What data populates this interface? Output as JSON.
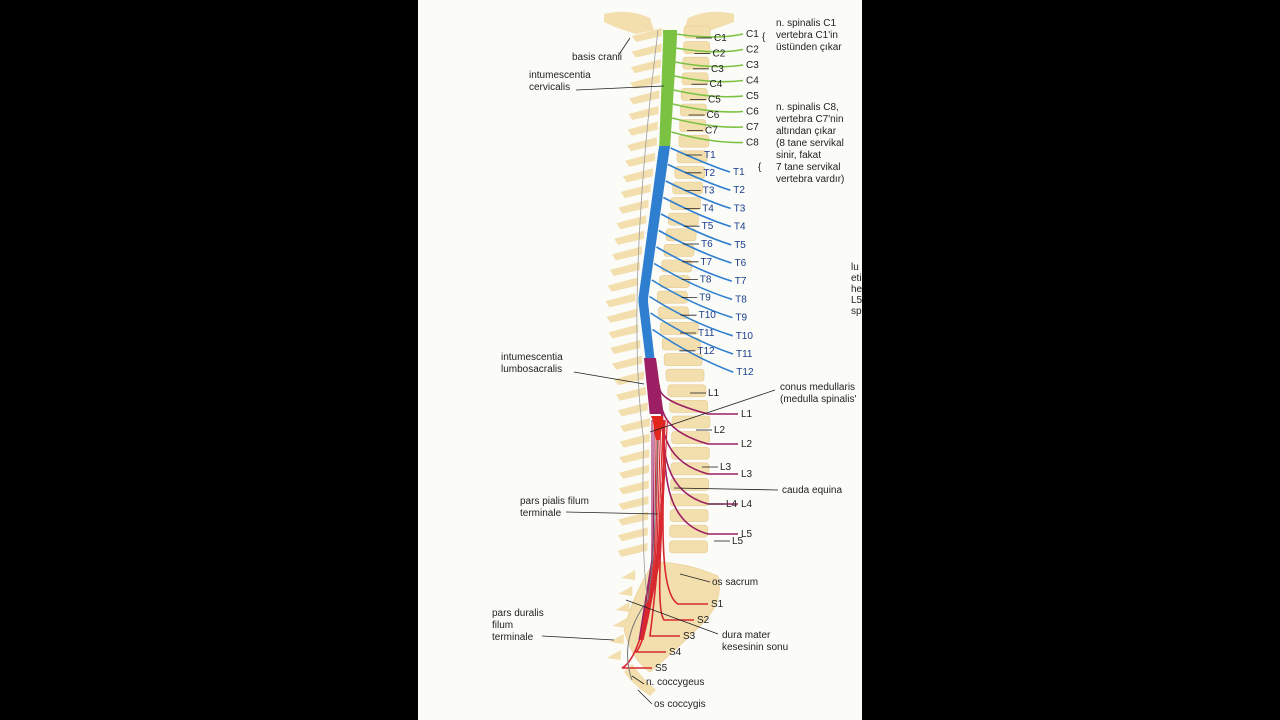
{
  "colors": {
    "background": "#000000",
    "page": "#fbfbf8",
    "vertebra": "#f3dfae",
    "cervical": "#7cc242",
    "thoracic": "#2f7fd0",
    "lumbar": "#9b1f62",
    "conus": "#e3261c",
    "sacral": "#d8282f"
  },
  "labels": {
    "basis_cranii": "basis cranii",
    "intumescentia_cervicalis": [
      "intumescentia",
      "cervicalis"
    ],
    "intumescentia_lumbosacralis": [
      "intumescentia",
      "lumbosacralis"
    ],
    "pars_pialis": [
      "pars pialis filum",
      "terminale"
    ],
    "pars_duralis": [
      "pars duralis",
      "filum",
      "terminale"
    ],
    "conus_medullaris": [
      "conus medullaris",
      "(medulla spinalis'"
    ],
    "cauda_equina": "cauda equina",
    "os_sacrum": "os sacrum",
    "dura_mater": [
      "dura mater",
      "kesesinin sonu"
    ],
    "n_coccygeus": "n. coccygeus",
    "os_coccygis": "os coccygis"
  },
  "notes": {
    "c1": [
      "n. spinalis C1",
      "vertebra C1'in",
      "üstünden çıkar"
    ],
    "c8": [
      "n. spinalis C8,",
      "vertebra C7'nin",
      "altından çıkar",
      "(8 tane  servikal",
      "sinir, fakat",
      "7 tane servikal",
      "vertebra vardır)"
    ],
    "cut_text": [
      "lu",
      "eti",
      "he",
      "L5",
      "sp"
    ]
  },
  "vertebra_labels": [
    {
      "text": "C1",
      "group": "c"
    },
    {
      "text": "C2",
      "group": "c"
    },
    {
      "text": "C3",
      "group": "c"
    },
    {
      "text": "C4",
      "group": "c"
    },
    {
      "text": "C5",
      "group": "c"
    },
    {
      "text": "C6",
      "group": "c"
    },
    {
      "text": "C7",
      "group": "c"
    },
    {
      "text": "T1",
      "group": "t"
    },
    {
      "text": "T2",
      "group": "t"
    },
    {
      "text": "T3",
      "group": "t"
    },
    {
      "text": "T4",
      "group": "t"
    },
    {
      "text": "T5",
      "group": "t"
    },
    {
      "text": "T6",
      "group": "t"
    },
    {
      "text": "T7",
      "group": "t"
    },
    {
      "text": "T8",
      "group": "t"
    },
    {
      "text": "T9",
      "group": "t"
    },
    {
      "text": "T10",
      "group": "t"
    },
    {
      "text": "T11",
      "group": "t"
    },
    {
      "text": "T12",
      "group": "t"
    },
    {
      "text": "L1",
      "group": "l"
    },
    {
      "text": "L2",
      "group": "l"
    },
    {
      "text": "L3",
      "group": "l"
    },
    {
      "text": "L4",
      "group": "l"
    },
    {
      "text": "L5",
      "group": "l"
    }
  ],
  "nerve_labels": [
    {
      "text": "C1",
      "group": "c"
    },
    {
      "text": "C2",
      "group": "c"
    },
    {
      "text": "C3",
      "group": "c"
    },
    {
      "text": "C4",
      "group": "c"
    },
    {
      "text": "C5",
      "group": "c"
    },
    {
      "text": "C6",
      "group": "c"
    },
    {
      "text": "C7",
      "group": "c"
    },
    {
      "text": "C8",
      "group": "c"
    },
    {
      "text": "T1",
      "group": "t"
    },
    {
      "text": "T2",
      "group": "t"
    },
    {
      "text": "T3",
      "group": "t"
    },
    {
      "text": "T4",
      "group": "t"
    },
    {
      "text": "T5",
      "group": "t"
    },
    {
      "text": "T6",
      "group": "t"
    },
    {
      "text": "T7",
      "group": "t"
    },
    {
      "text": "T8",
      "group": "t"
    },
    {
      "text": "T9",
      "group": "t"
    },
    {
      "text": "T10",
      "group": "t"
    },
    {
      "text": "T11",
      "group": "t"
    },
    {
      "text": "T12",
      "group": "t"
    },
    {
      "text": "L1",
      "group": "l"
    },
    {
      "text": "L2",
      "group": "l"
    },
    {
      "text": "L3",
      "group": "l"
    },
    {
      "text": "L4",
      "group": "l"
    },
    {
      "text": "L5",
      "group": "l"
    },
    {
      "text": "S1",
      "group": "s"
    },
    {
      "text": "S2",
      "group": "s"
    },
    {
      "text": "S3",
      "group": "s"
    },
    {
      "text": "S4",
      "group": "s"
    },
    {
      "text": "S5",
      "group": "s"
    }
  ]
}
